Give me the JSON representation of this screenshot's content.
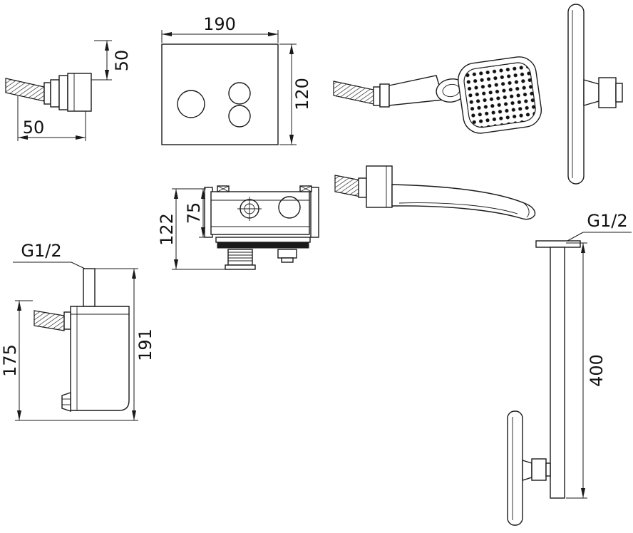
{
  "views": {
    "hose_bracket": {
      "height": "50",
      "depth": "50"
    },
    "trim_plate": {
      "width": "190",
      "height": "120"
    },
    "valve": {
      "total_height": "122",
      "body_height": "75"
    },
    "mixer_side": {
      "thread": "G1/2",
      "height": "175",
      "total_height": "191"
    },
    "shower_arm": {
      "thread": "G1/2",
      "length": "400"
    }
  }
}
